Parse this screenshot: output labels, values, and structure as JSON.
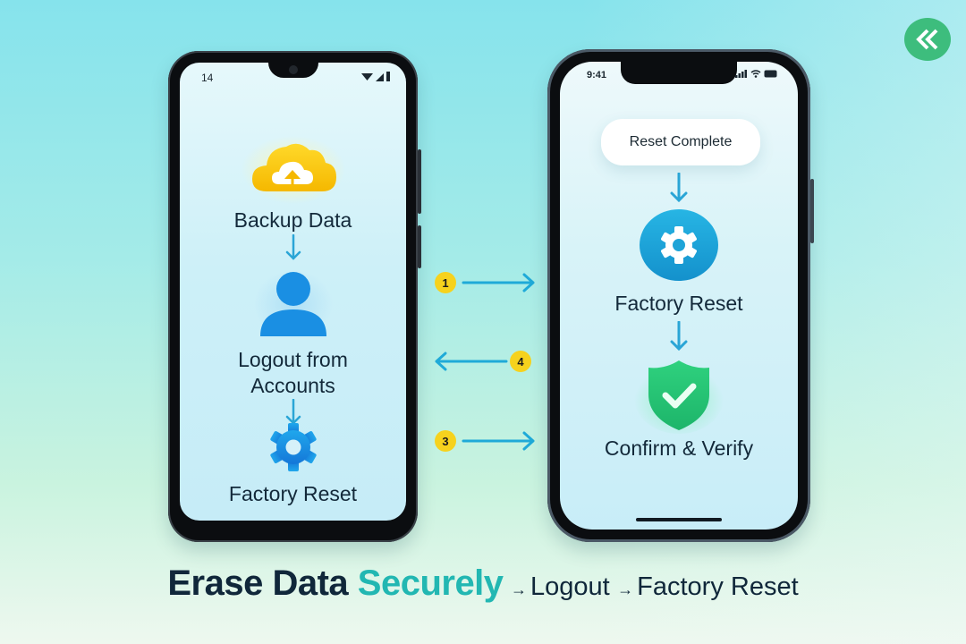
{
  "brand": {
    "logo_icon": "double-chevron-left-icon",
    "logo_color": "#3dbd7d"
  },
  "android_phone": {
    "status_time": "14",
    "status_icons": [
      "wifi-icon",
      "cellular-signal-icon",
      "battery-icon"
    ],
    "steps": [
      {
        "icon": "cloud-upload-icon",
        "label": "Backup Data",
        "color": "#f9c80e"
      },
      {
        "icon": "user-icon",
        "label_line1": "Logout from",
        "label_line2": "Accounts",
        "color": "#1a8fe3"
      },
      {
        "icon": "gear-icon",
        "label": "Factory Reset",
        "color": "#1a8fe3"
      }
    ]
  },
  "iphone": {
    "status_time": "9:41",
    "status_icons": [
      "cellular-signal-icon",
      "wifi-icon",
      "battery-icon"
    ],
    "banner": "Reset Complete",
    "steps": [
      {
        "icon": "gear-icon",
        "label": "Factory Reset",
        "color": "#1ea4d8"
      },
      {
        "icon": "shield-check-icon",
        "label": "Confirm & Verify",
        "color": "#22c575"
      }
    ]
  },
  "connectors": [
    {
      "number": "1",
      "direction": "right"
    },
    {
      "number": "4",
      "direction": "left"
    },
    {
      "number": "3",
      "direction": "right"
    }
  ],
  "headline": {
    "part1": "Erase Data ",
    "accent": "Securely",
    "arrow1": "→",
    "part2": "Logout",
    "arrow2": "→",
    "part3": "Factory Reset",
    "accent_color": "#22b7b2"
  }
}
